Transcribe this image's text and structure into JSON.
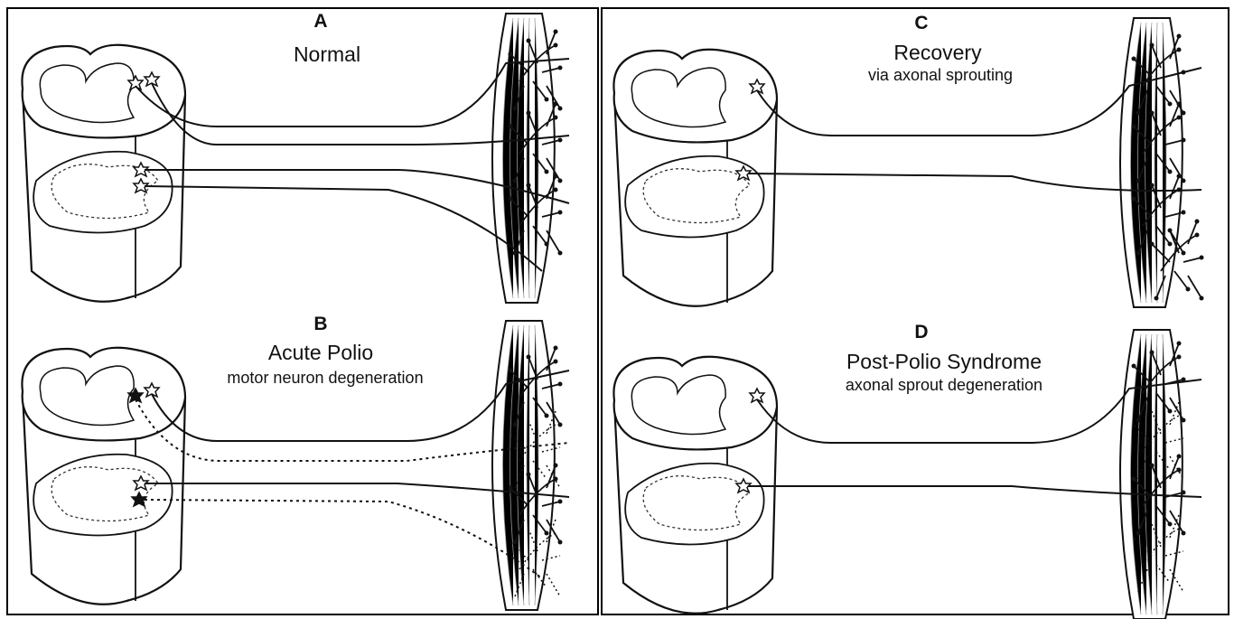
{
  "panels": [
    {
      "id": "A",
      "letter": "A",
      "title": "Normal",
      "subtitle": ""
    },
    {
      "id": "B",
      "letter": "B",
      "title": "Acute Polio",
      "subtitle": "motor neuron degeneration"
    },
    {
      "id": "C",
      "letter": "C",
      "title": "Recovery",
      "subtitle": "via axonal sprouting"
    },
    {
      "id": "D",
      "letter": "D",
      "title": "Post-Polio Syndrome",
      "subtitle": "axonal sprout degeneration"
    }
  ]
}
